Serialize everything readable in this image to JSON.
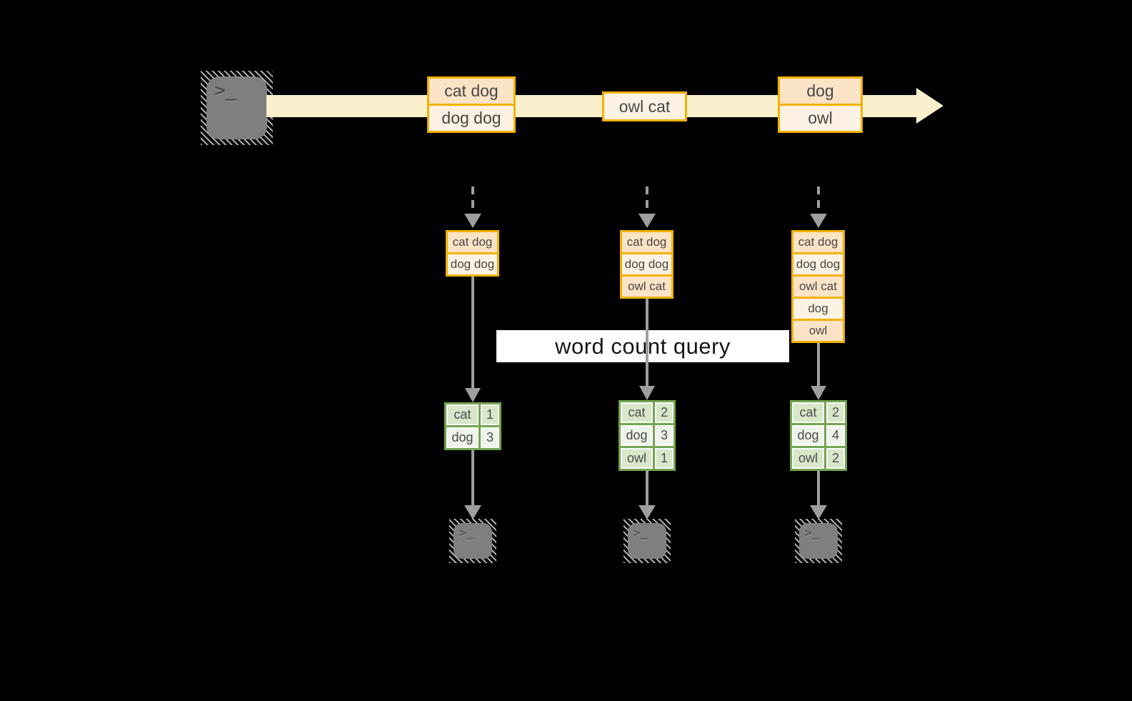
{
  "query": {
    "label": "word count query"
  },
  "terminals": {
    "glyph": ">_"
  },
  "stream": {
    "batches": [
      {
        "events": [
          "cat dog",
          "dog dog"
        ]
      },
      {
        "events": [
          "owl cat"
        ]
      },
      {
        "events": [
          "dog",
          "owl"
        ]
      }
    ]
  },
  "columns": [
    {
      "buffer": [
        "cat dog",
        "dog dog"
      ],
      "counts": [
        {
          "word": "cat",
          "count": "1"
        },
        {
          "word": "dog",
          "count": "3"
        }
      ]
    },
    {
      "buffer": [
        "cat dog",
        "dog dog",
        "owl cat"
      ],
      "counts": [
        {
          "word": "cat",
          "count": "2"
        },
        {
          "word": "dog",
          "count": "3"
        },
        {
          "word": "owl",
          "count": "1"
        }
      ]
    },
    {
      "buffer": [
        "cat dog",
        "dog dog",
        "owl cat",
        "dog",
        "owl"
      ],
      "counts": [
        {
          "word": "cat",
          "count": "2"
        },
        {
          "word": "dog",
          "count": "4"
        },
        {
          "word": "owl",
          "count": "2"
        }
      ]
    }
  ],
  "colors": {
    "background": "#000000",
    "stream_fill": "#fbf0cd",
    "event_border": "#f2b200",
    "event_fill_dark": "#fbe3c6",
    "event_fill_light": "#fdf2e3",
    "table_border": "#73a651",
    "table_fill_dark": "#d8e6ca",
    "table_fill_light": "#eff4ea",
    "arrow_gray": "#9e9e9e",
    "terminal_gray": "#7f7f7f",
    "banner_bg": "#ffffff",
    "banner_text": "#161616",
    "box_text": "#474747"
  }
}
